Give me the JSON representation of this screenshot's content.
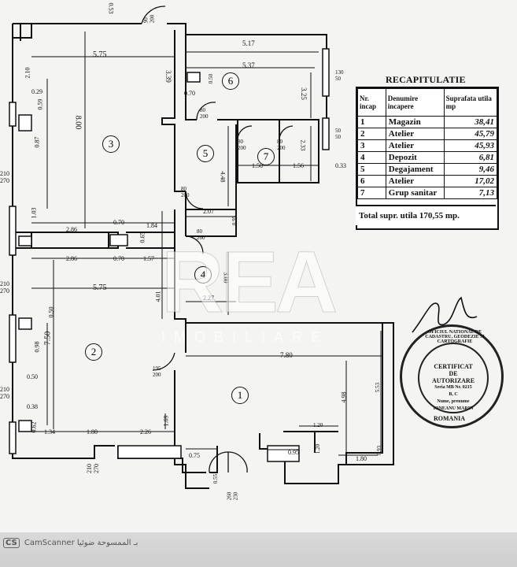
{
  "recap": {
    "title": "RECAPITULATIE",
    "headers": [
      "Nr. incap",
      "Denumire incapere",
      "Suprafata utila mp"
    ],
    "rows": [
      [
        "1",
        "Magazin",
        "38,41"
      ],
      [
        "2",
        "Atelier",
        "45,79"
      ],
      [
        "3",
        "Atelier",
        "45,93"
      ],
      [
        "4",
        "Depozit",
        "6,81"
      ],
      [
        "5",
        "Degajament",
        "9,46"
      ],
      [
        "6",
        "Atelier",
        "17,02"
      ],
      [
        "7",
        "Grup sanitar",
        "7,13"
      ]
    ],
    "total": "Total supr. utila 170,55 mp."
  },
  "rooms": [
    "1",
    "2",
    "3",
    "4",
    "5",
    "6",
    "7"
  ],
  "dims": {
    "d_575_top": "5.75",
    "d_210_left": "2.10",
    "d_029": "0.29",
    "d_059": "0.59",
    "d_800": "8.00",
    "d_339": "3.39",
    "d_087": "0.87",
    "d_210_270_a": "210\n270",
    "d_103": "1.03",
    "d_070_mid": "0.70",
    "d_184": "1.84",
    "d_286_a": "2.86",
    "d_065": "0.65",
    "d_286_b": "2.86",
    "d_070_b": "0.70",
    "d_157": "1.57",
    "d_575_mid": "5.75",
    "d_401": "4.01",
    "d_210_270_b": "210\n270",
    "d_750": "7.50",
    "d_050_a": "0.50",
    "d_098": "0.98",
    "d_050_b": "0.50",
    "d_210_270_c": "210\n270",
    "d_038": "0.38",
    "d_062": "0.62",
    "d_134": "1.34",
    "d_180": "1.80",
    "d_226": "2.26",
    "d_169": "1.69",
    "d_210_270_d": "210\n270",
    "d_053": "0.53",
    "d_090": "90\n200",
    "d_517": "5.17",
    "d_537": "5.37",
    "d_050_c": "0.50",
    "d_325": "3.25",
    "d_130_50": "130\n50",
    "d_070_c": "0.70",
    "d_080_200_a": "80\n200",
    "d_080_200_b": "80\n200",
    "d_080_200_c": "80\n200",
    "d_233": "2.33",
    "d_150": "1.50",
    "d_156": "1.56",
    "d_033": "0.33",
    "d_50_50": "50\n50",
    "d_448": "4.48",
    "d_080_200_d": "80\n200",
    "d_207": "2.07",
    "d_095": "0.95",
    "d_080_200_e": "80\n200",
    "d_300": "3.00",
    "d_227": "2.27",
    "d_780": "7.80",
    "d_498": "4.98",
    "d_553": "5.53",
    "d_195_200": "195\n200",
    "d_120_a": "1.20",
    "d_120_b": "1.20",
    "d_075": "0.75",
    "d_055": "0.55",
    "d_095_b": "0.95",
    "d_180_b": "1.80",
    "d_093": "0.93",
    "d_260_230": "260\n230"
  },
  "stamp": {
    "ring_top": "OFICIUL NATIONAL DE CADASTRU, GEODEZIE SI CARTOGRAFIE",
    "ring_bottom": "ROMANIA",
    "line1": "CERTIFICAT",
    "line2": "DE",
    "line3": "AUTORIZARE",
    "line4": "Seria MB Nr. 0215",
    "line5": "B, C",
    "line6": "Nume, prenume",
    "line7": "IONEANU MARIN"
  },
  "watermark": {
    "logo": "REA",
    "sub": "IMOBILIARE"
  },
  "footer": {
    "logo": "CS",
    "text": "CamScanner بـ الممسوحة ضوئيا"
  }
}
